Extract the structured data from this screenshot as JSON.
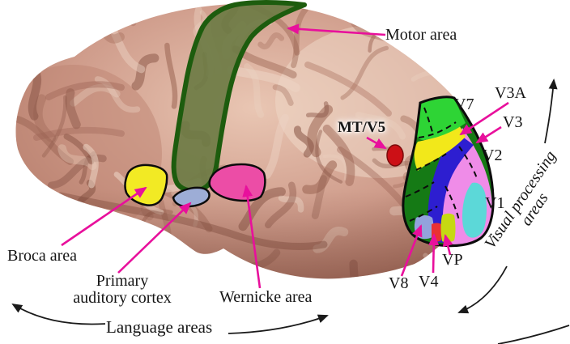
{
  "labels": {
    "motor_area": "Motor area",
    "mt_v5": "MT/V5",
    "v7": "V7",
    "v3a": "V3A",
    "v3": "V3",
    "v2": "V2",
    "v1": "V1",
    "vp": "VP",
    "v8": "V8",
    "v4": "V4",
    "broca_area": "Broca area",
    "primary_auditory_line1": "Primary",
    "primary_auditory_line2": "auditory cortex",
    "wernicke_area": "Wernicke area",
    "language_areas": "Language areas",
    "visual_processing_line1": "Visual processing",
    "visual_processing_line2": "areas"
  },
  "colors": {
    "arrow": "#e8109c",
    "black_arrow": "#1a1a1a",
    "text": "#151515",
    "motor_fill": "#6d7b44",
    "motor_stroke": "#1d5c0e",
    "broca": "#f2ea24",
    "auditory": "#9dadd6",
    "wernicke": "#ec4da6",
    "mt_v5_dot": "#cc1016",
    "v7": "#2ed435",
    "v3a": "#f2e81a",
    "v3": "#2d1ed0",
    "v2": "#ef8ce8",
    "v1": "#5cd8d8",
    "v8": "#93a3dc",
    "v4": "#ea3132",
    "vp": "#c6d912",
    "occipital_green": "#157a15",
    "region_outline": "#0c0c0c"
  }
}
